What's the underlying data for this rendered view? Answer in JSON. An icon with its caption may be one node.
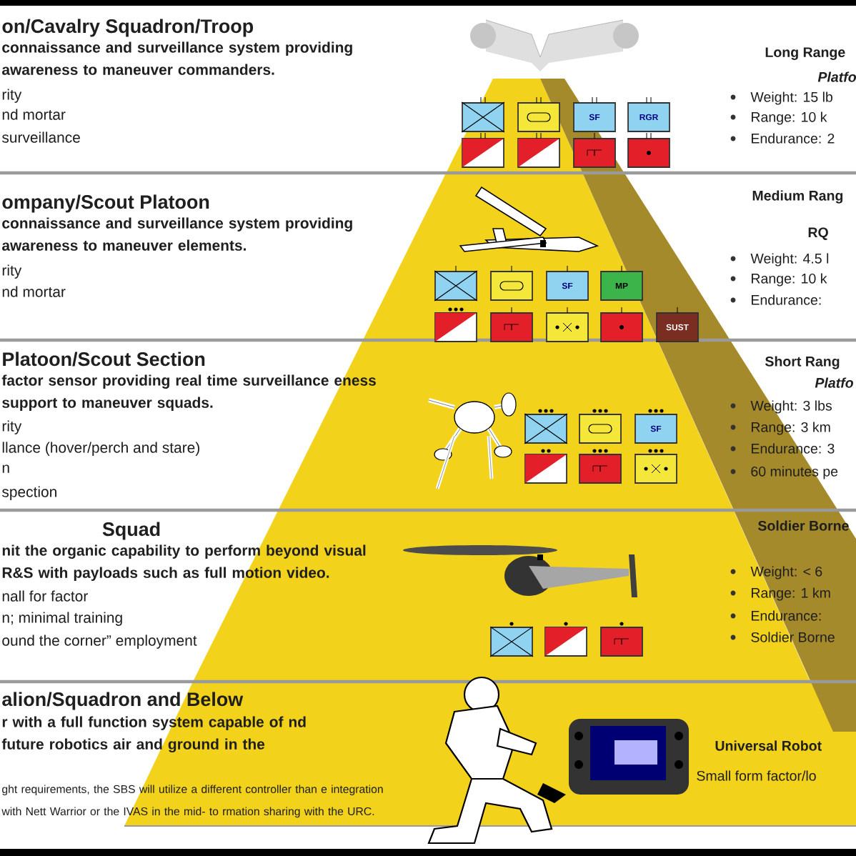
{
  "diagram": {
    "nodes": [
      {
        "text": [],
        "shape": "box"
      },
      {
        "text": [],
        "shape": "box"
      },
      {
        "text": [
          "SF"
        ]
      },
      {
        "text": [
          "RGR"
        ]
      },
      {
        "text": [],
        "shape": "box"
      },
      {
        "text": [],
        "shape": "box"
      },
      {
        "text": [],
        "shape": "box"
      },
      {
        "text": [],
        "shape": "box"
      },
      {
        "text": [],
        "shape": "box"
      },
      {
        "text": [],
        "shape": "box"
      },
      {
        "text": [
          "SF"
        ]
      },
      {
        "text": [
          "MP"
        ]
      },
      {
        "text": [],
        "shape": "box"
      },
      {
        "text": [],
        "shape": "box"
      },
      {
        "text": [],
        "shape": "box"
      },
      {
        "text": [],
        "shape": "box"
      },
      {
        "text": [
          "SUST"
        ]
      },
      {
        "text": [],
        "shape": "box"
      },
      {
        "text": [],
        "shape": "box"
      },
      {
        "text": [
          "SF"
        ]
      },
      {
        "text": [],
        "shape": "box"
      },
      {
        "text": [],
        "shape": "box"
      },
      {
        "text": [],
        "shape": "box"
      },
      {
        "text": [],
        "shape": "box"
      },
      {
        "text": [],
        "shape": "box"
      },
      {
        "text": [],
        "shape": "box"
      }
    ],
    "labels": [
      "on/Cavalry Squadron/Troop",
      "connaissance and surveillance system providing awareness to maneuver commanders.",
      "rity",
      "nd mortar",
      "surveillance",
      "Long Range",
      "Platfo",
      "Weight: 15 lb",
      "Range: 10 k",
      "Endurance: 2",
      "ompany/Scout Platoon",
      "connaissance and surveillance system providing awareness to maneuver elements.",
      "rity",
      "nd mortar",
      "Medium Rang",
      "RQ",
      "Weight: 4.5 l",
      "Range: 10 k",
      "Endurance:",
      "Platoon/Scout Section",
      "factor sensor providing real time surveillance eness support to maneuver squads.",
      "rity",
      "llance (hover/perch and stare)",
      "n",
      "spection",
      "Short Rang",
      "Platfo",
      "Weight: 3 lbs",
      "Range: 3 km",
      "Endurance: 3",
      "60 minutes pe",
      "Squad",
      "nit the organic capability to perform beyond visual R&S with payloads such as full motion video.",
      "nall for factor",
      "n; minimal training",
      "ound the corner” employment",
      "Soldier Borne",
      "Weight: < 6",
      "Range: 1 km",
      "Endurance:",
      "Soldier Borne",
      "alion/Squadron and Below",
      "r with a full function system capable of nd future robotics air and ground in the",
      "ght requirements, the SBS will utilize a different controller than e integration with Nett Warrior or the IVAS in the mid- to rmation sharing with the URC.",
      "Universal Robot",
      "Small form factor/lo"
    ]
  }
}
